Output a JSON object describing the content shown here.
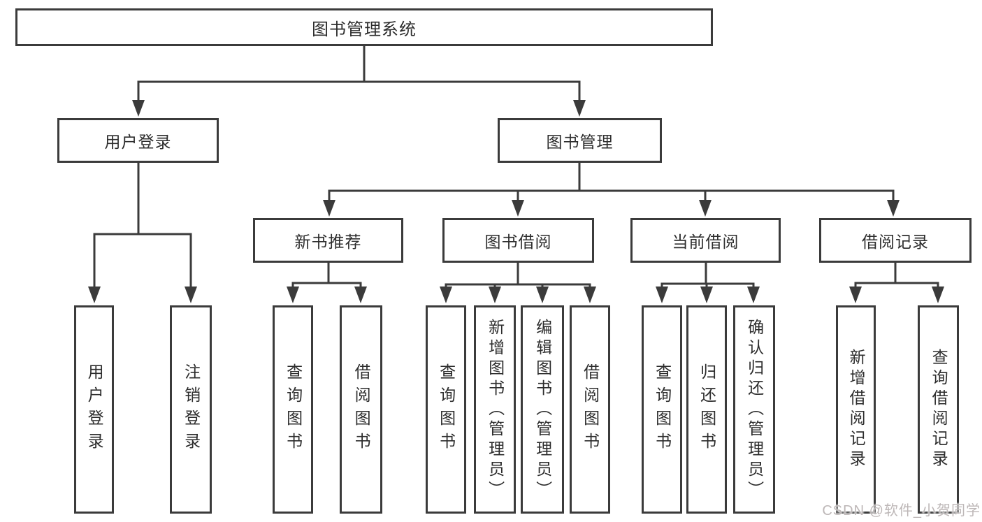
{
  "nodes": {
    "root": {
      "label": "图书管理系统"
    },
    "l2": [
      {
        "label": "用户登录"
      },
      {
        "label": "图书管理"
      }
    ],
    "l3": [
      {
        "label": "新书推荐"
      },
      {
        "label": "图书借阅"
      },
      {
        "label": "当前借阅"
      },
      {
        "label": "借阅记录"
      }
    ],
    "leaves": [
      {
        "label": "用户登录",
        "parent": "用户登录"
      },
      {
        "label": "注销登录",
        "parent": "用户登录"
      },
      {
        "label": "查询图书",
        "parent": "新书推荐"
      },
      {
        "label": "借阅图书",
        "parent": "新书推荐"
      },
      {
        "label": "查询图书",
        "parent": "图书借阅"
      },
      {
        "label": "新增图书（管理员）",
        "parent": "图书借阅"
      },
      {
        "label": "编辑图书（管理员）",
        "parent": "图书借阅"
      },
      {
        "label": "借阅图书",
        "parent": "图书借阅"
      },
      {
        "label": "查询图书",
        "parent": "当前借阅"
      },
      {
        "label": "归还图书",
        "parent": "当前借阅"
      },
      {
        "label": "确认归还（管理员）",
        "parent": "当前借阅"
      },
      {
        "label": "新增借阅记录",
        "parent": "借阅记录"
      },
      {
        "label": "查询借阅记录",
        "parent": "借阅记录"
      }
    ]
  },
  "watermark": {
    "text": "CSDN @软件_小贺同学"
  },
  "colors": {
    "line": "#3b3b3b",
    "text": "#2d2d2d",
    "bg": "#ffffff",
    "wm": "#bdb7b7"
  }
}
